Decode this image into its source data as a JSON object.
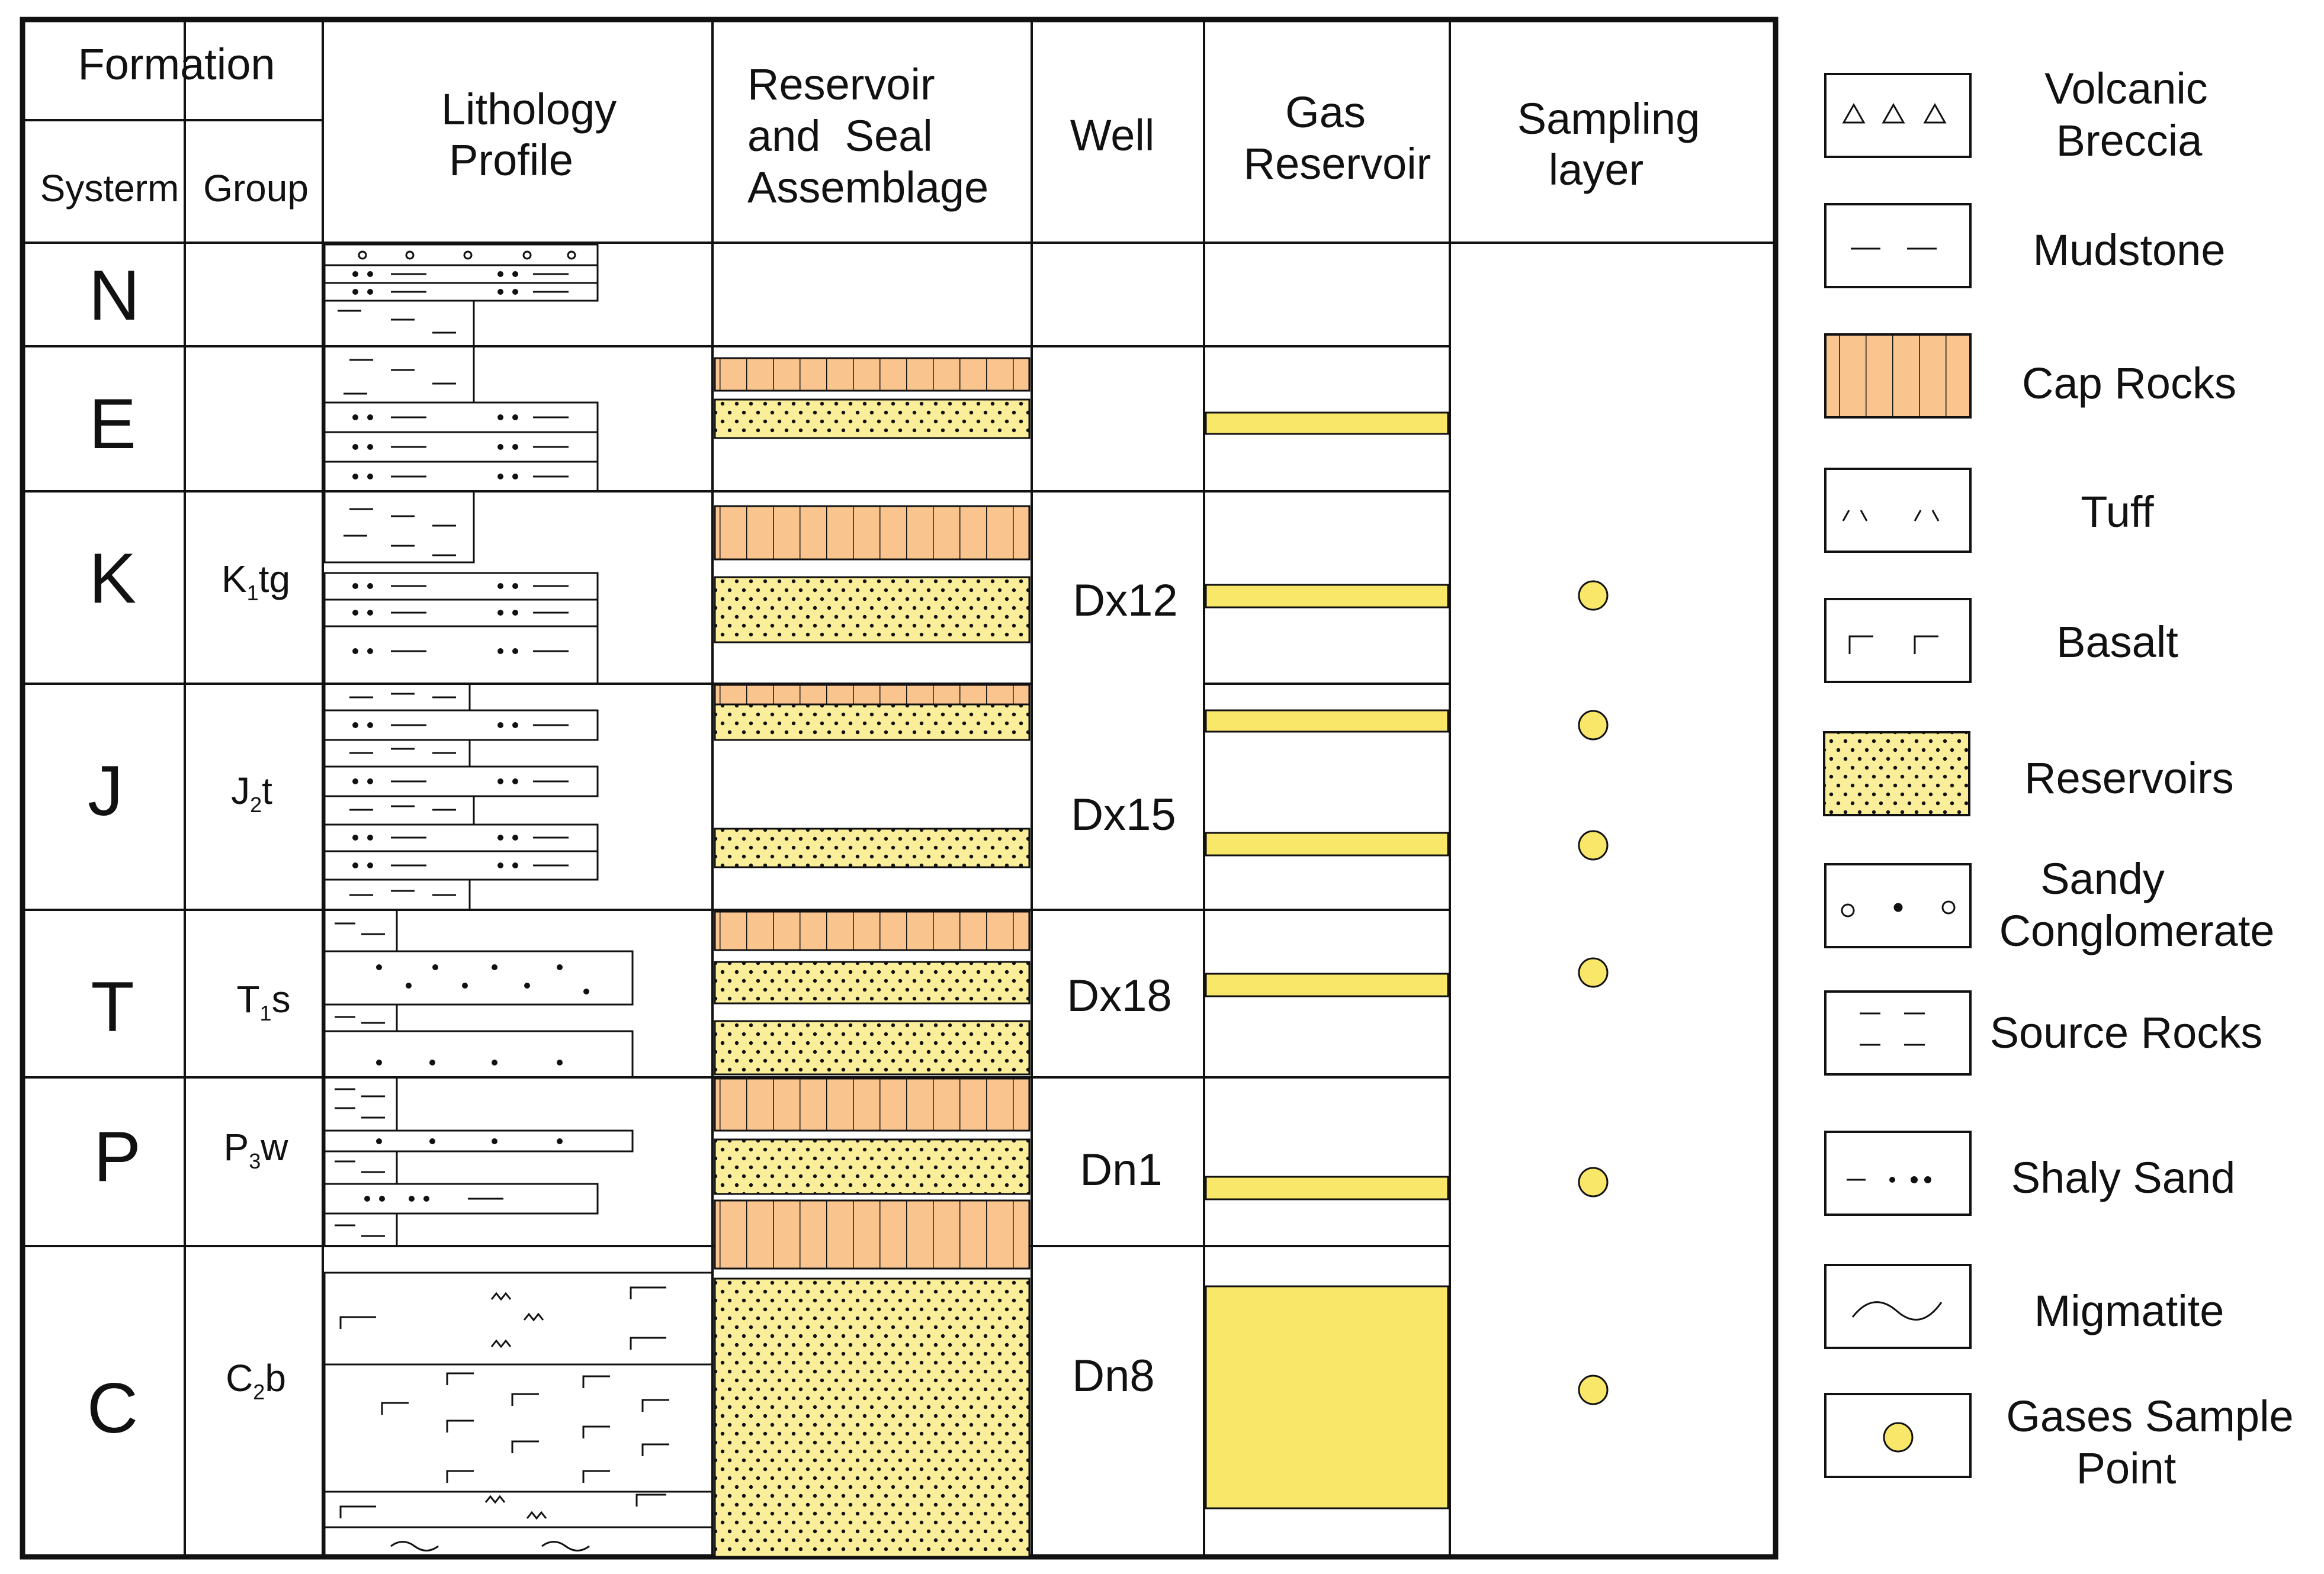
{
  "headers": {
    "formation": "Formation",
    "system": "Systerm",
    "group": "Group",
    "lithology": [
      "Lithology",
      "Profile"
    ],
    "reservoir_seal": [
      "Reservoir",
      "and  Seal",
      "Assemblage"
    ],
    "well": "Well",
    "gas_reservoir": [
      "Gas",
      "Reservoir"
    ],
    "sampling": [
      "Sampling",
      "layer"
    ]
  },
  "rows": [
    {
      "system": "N",
      "group": null,
      "well": null
    },
    {
      "system": "E",
      "group": null,
      "well": null
    },
    {
      "system": "K",
      "group": {
        "base": "K",
        "sub": "1",
        "suffix": "tg"
      },
      "well": "Dx12"
    },
    {
      "system": "J",
      "group": {
        "base": "J",
        "sub": "2",
        "suffix": "t"
      },
      "well": "Dx15"
    },
    {
      "system": "T",
      "group": {
        "base": "T",
        "sub": "1",
        "suffix": "s"
      },
      "well": "Dx18"
    },
    {
      "system": "P",
      "group": {
        "base": "P",
        "sub": "3",
        "suffix": "w"
      },
      "well": "Dn1"
    },
    {
      "system": "C",
      "group": {
        "base": "C",
        "sub": "2",
        "suffix": "b"
      },
      "well": "Dn8"
    }
  ],
  "legend": [
    {
      "symbol": "volcanic-breccia",
      "label": [
        "Volcanic",
        "Breccia"
      ]
    },
    {
      "symbol": "mudstone",
      "label": [
        "Mudstone"
      ]
    },
    {
      "symbol": "cap-rocks",
      "label": [
        "Cap Rocks"
      ]
    },
    {
      "symbol": "tuff",
      "label": [
        "Tuff"
      ]
    },
    {
      "symbol": "basalt",
      "label": [
        "Basalt"
      ]
    },
    {
      "symbol": "reservoirs",
      "label": [
        "Reservoirs"
      ]
    },
    {
      "symbol": "sandy-conglomerate",
      "label": [
        "Sandy",
        "Conglomerate"
      ]
    },
    {
      "symbol": "source-rocks",
      "label": [
        "Source Rocks"
      ]
    },
    {
      "symbol": "shaly-sand",
      "label": [
        "Shaly Sand"
      ]
    },
    {
      "symbol": "migmatite",
      "label": [
        "Migmatite"
      ]
    },
    {
      "symbol": "gas-sample-point",
      "label": [
        "Gases Sample",
        "Point"
      ]
    }
  ],
  "colors": {
    "cap_rock_fill": "#F9C48E",
    "reservoir_fill": "#FBEE9A",
    "gas_reservoir_fill": "#F9E76A",
    "sample_point_fill": "#F9E76A",
    "line": "#111111"
  }
}
